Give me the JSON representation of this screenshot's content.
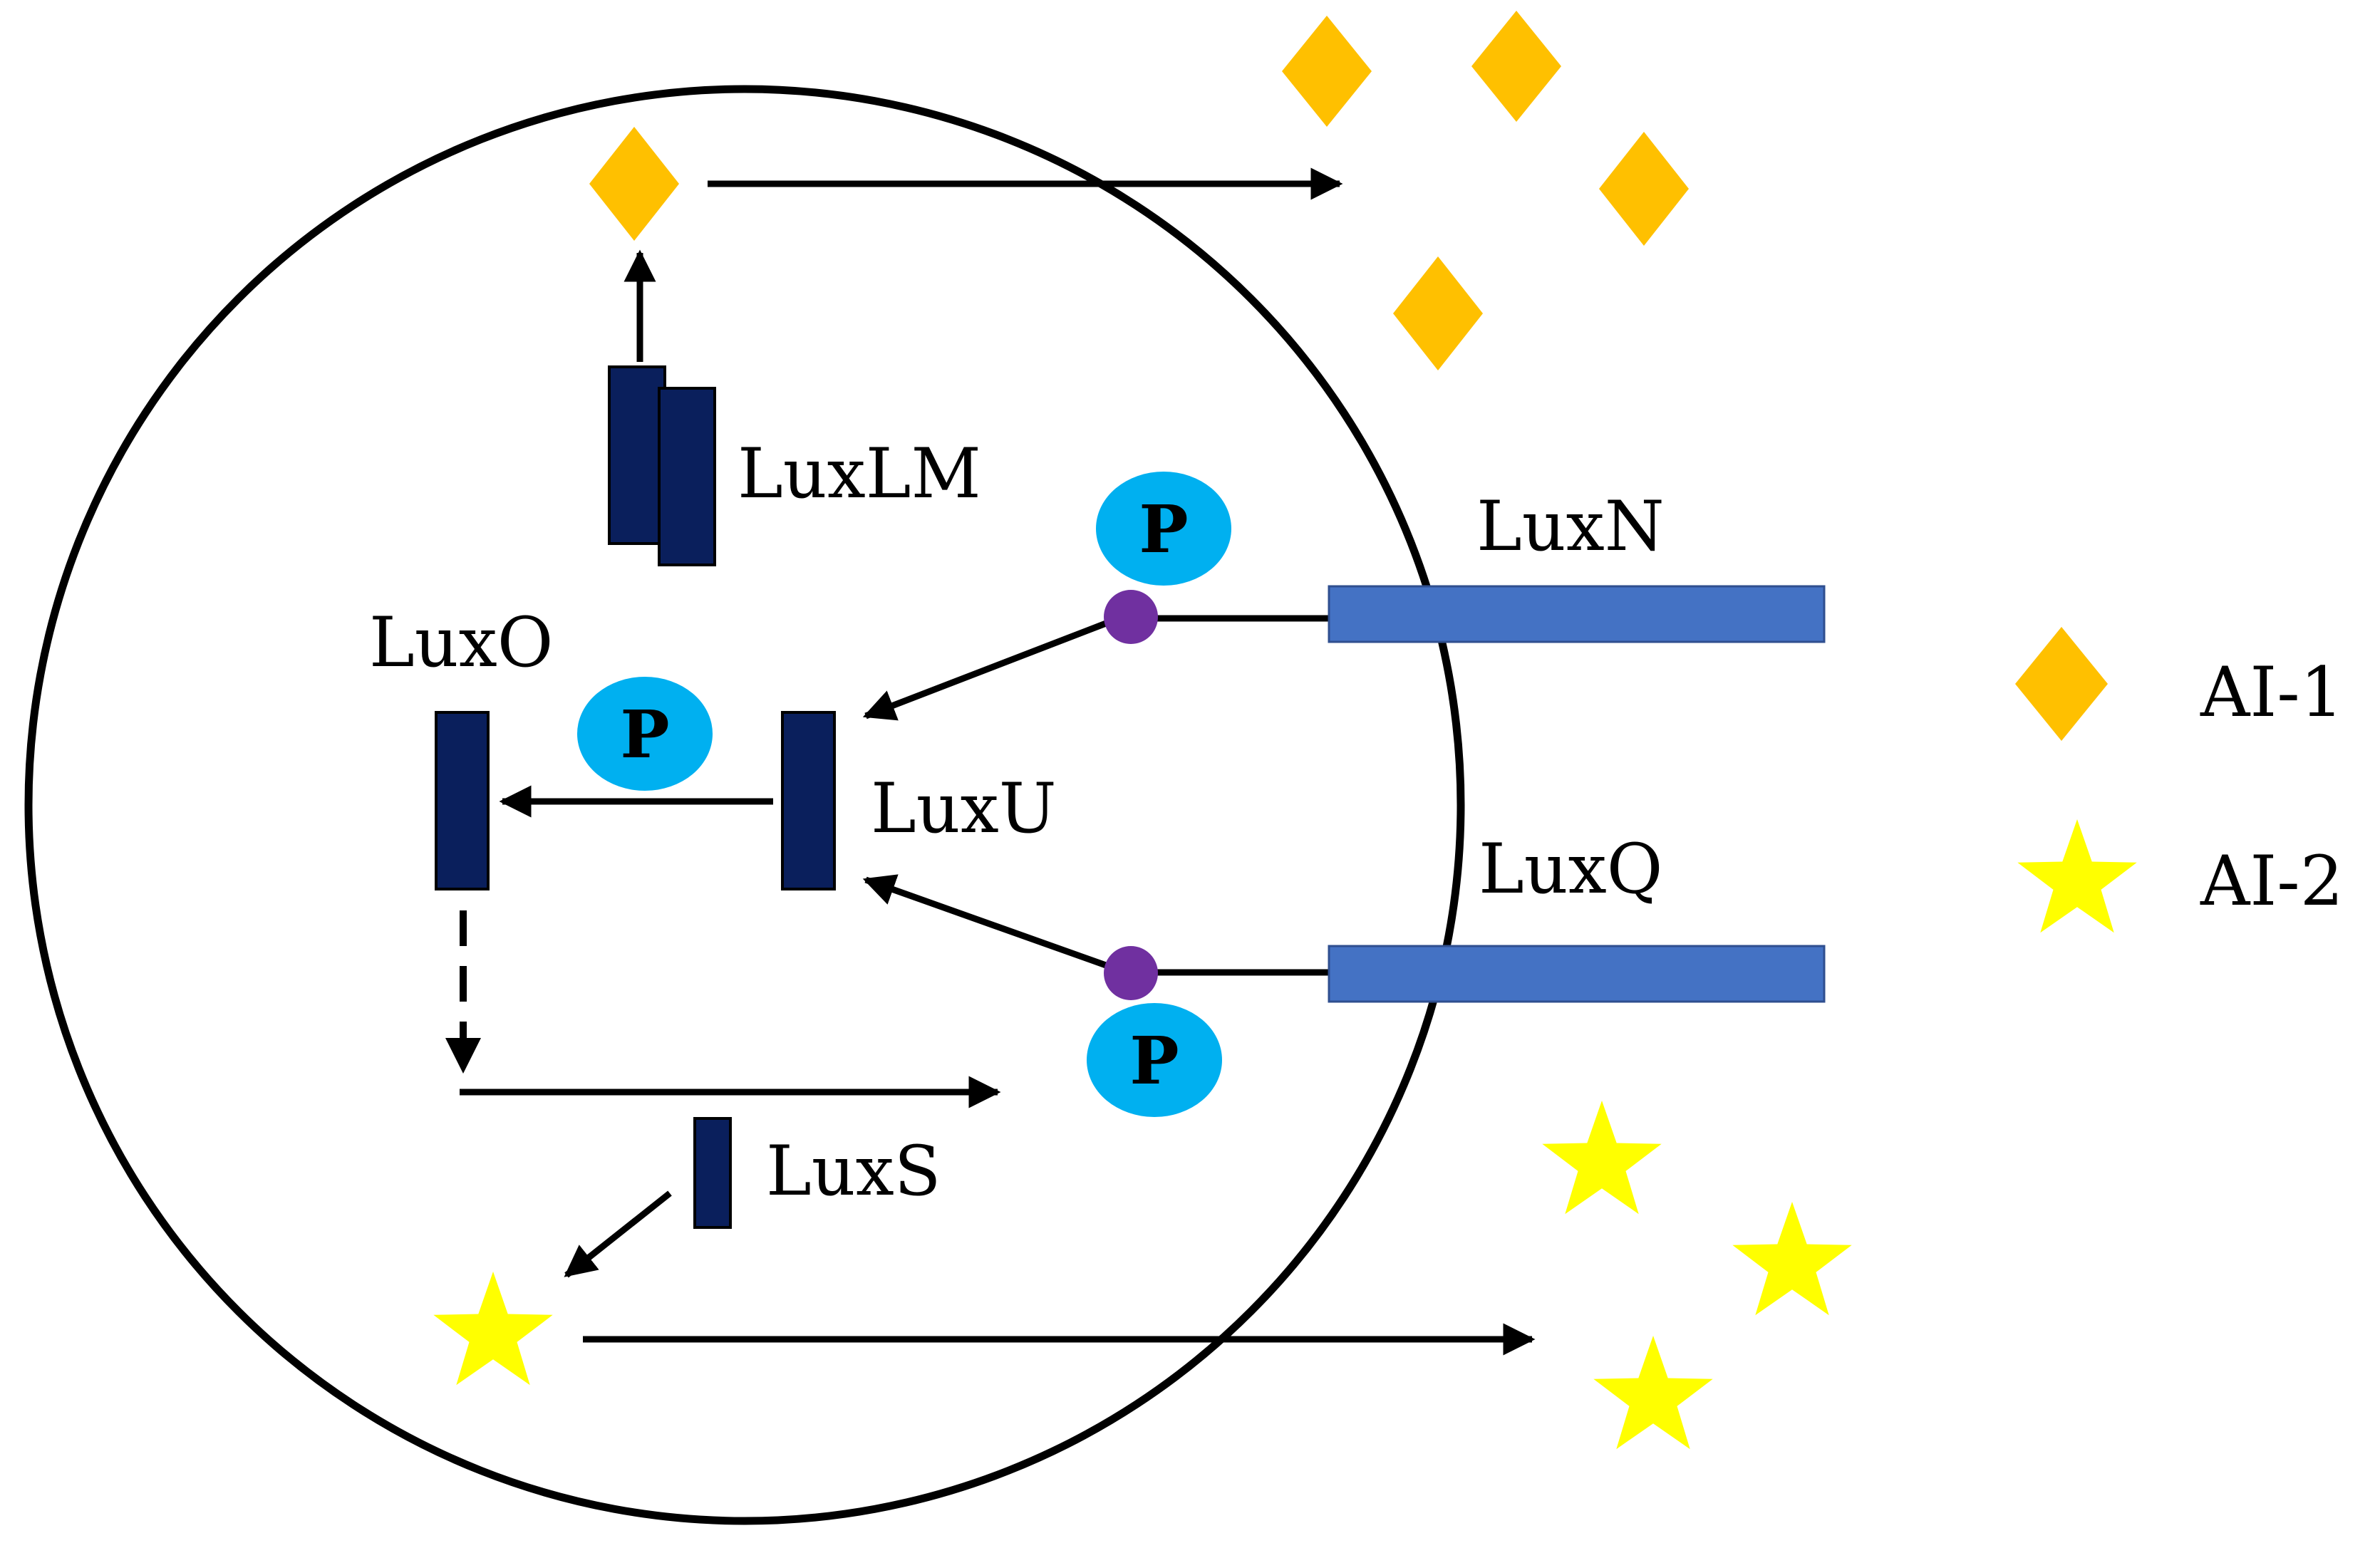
{
  "colors": {
    "membrane": "#000000",
    "protein": "#0a1f5c",
    "receptor": "#4472c4",
    "receptor_border": "#2f4f8f",
    "phosphate": "#00b0f0",
    "node": "#7030a0",
    "ai1": "#ffc000",
    "ai2": "#ffff00",
    "arrow": "#000000"
  },
  "proteins": {
    "luxlm": "LuxLM",
    "luxo": "LuxO",
    "luxu": "LuxU",
    "luxs": "LuxS",
    "luxn": "LuxN",
    "luxq": "LuxQ"
  },
  "phosphate_label": "P",
  "legend": [
    {
      "symbol": "diamond",
      "label": "AI-1"
    },
    {
      "symbol": "star",
      "label": "AI-2"
    }
  ]
}
